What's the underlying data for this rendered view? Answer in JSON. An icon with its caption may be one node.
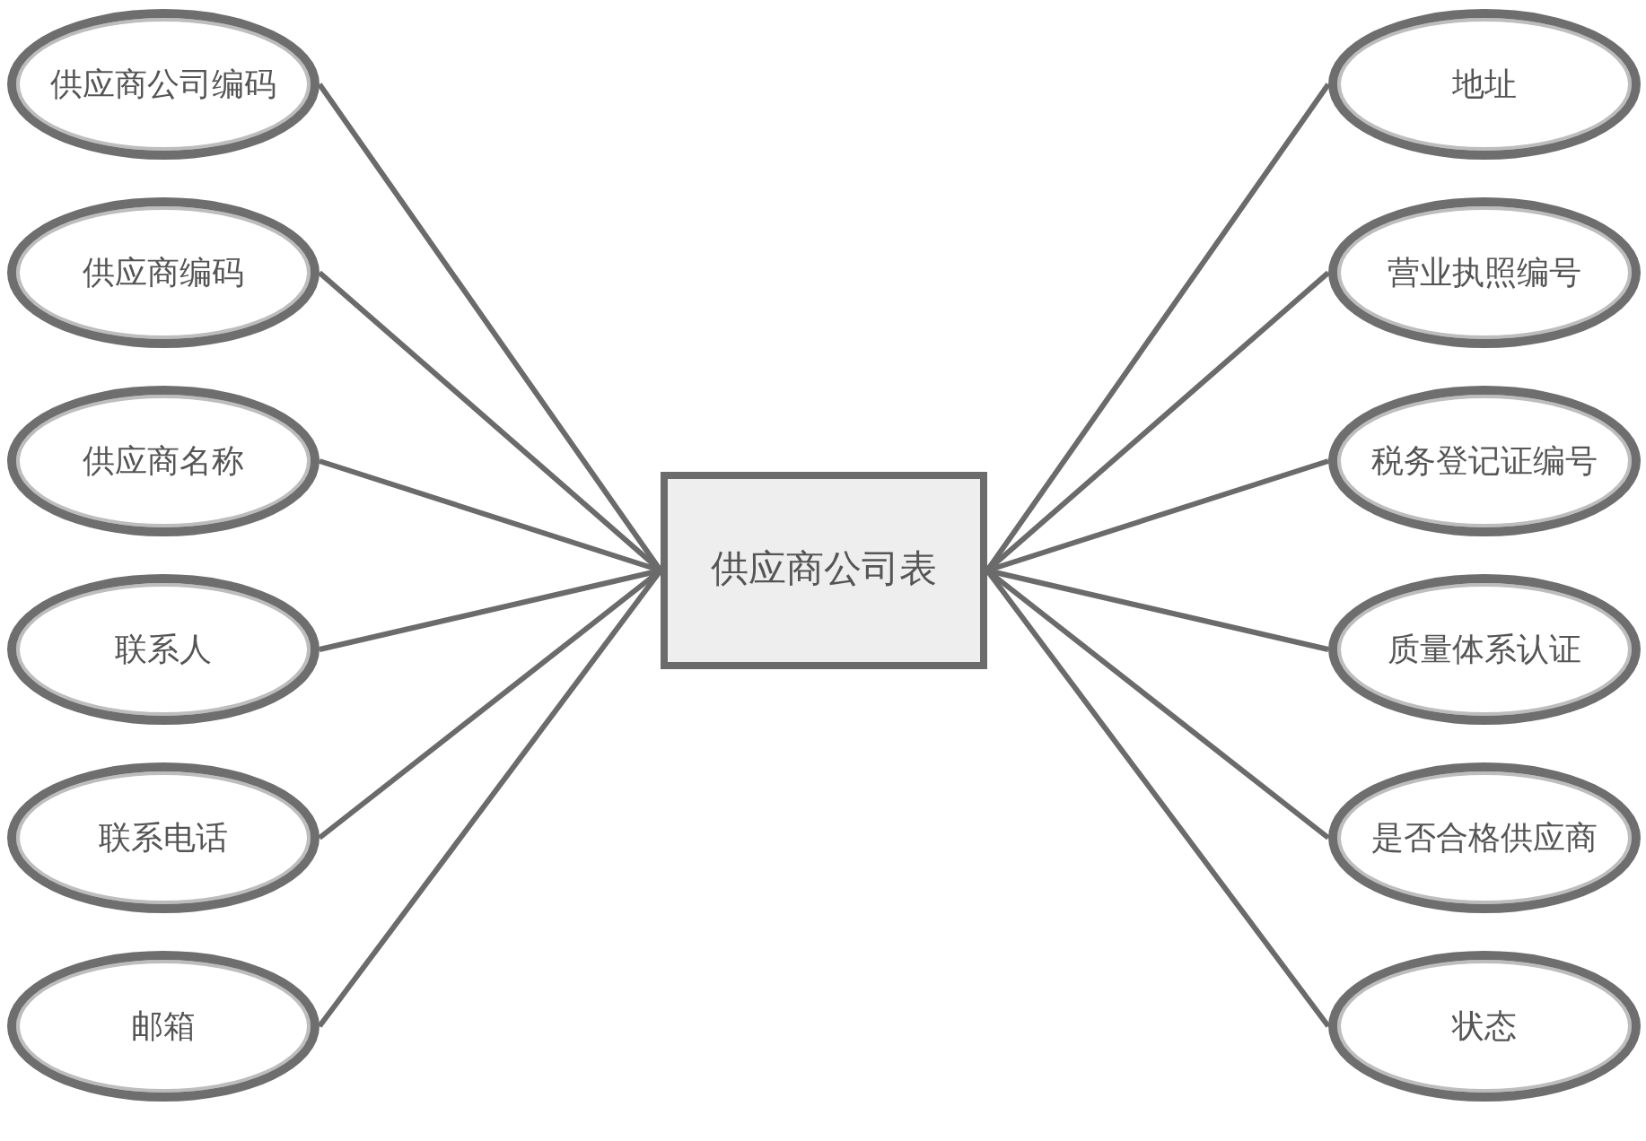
{
  "diagram": {
    "nodes": [
      {
        "text": [
          "供应商公司表"
        ]
      },
      {
        "text": [
          "供应商公司编码"
        ]
      },
      {
        "text": [
          "供应商编码"
        ]
      },
      {
        "text": [
          "供应商名称"
        ]
      },
      {
        "text": [
          "联系人"
        ]
      },
      {
        "text": [
          "联系电话"
        ]
      },
      {
        "text": [
          "邮箱"
        ]
      },
      {
        "text": [
          "地址"
        ]
      },
      {
        "text": [
          "营业执照编号"
        ]
      },
      {
        "text": [
          "税务登记证编号"
        ]
      },
      {
        "text": [
          "质量体系认证"
        ]
      },
      {
        "text": [
          "是否合格供应商"
        ]
      },
      {
        "text": [
          "状态"
        ]
      }
    ],
    "edges": [
      {
        "from": 0,
        "to": 1,
        "arrow": "none"
      },
      {
        "from": 0,
        "to": 2,
        "arrow": "none"
      },
      {
        "from": 0,
        "to": 3,
        "arrow": "none"
      },
      {
        "from": 0,
        "to": 4,
        "arrow": "none"
      },
      {
        "from": 0,
        "to": 5,
        "arrow": "none"
      },
      {
        "from": 0,
        "to": 6,
        "arrow": "none"
      },
      {
        "from": 0,
        "to": 7,
        "arrow": "none"
      },
      {
        "from": 0,
        "to": 8,
        "arrow": "none"
      },
      {
        "from": 0,
        "to": 9,
        "arrow": "none"
      },
      {
        "from": 0,
        "to": 10,
        "arrow": "none"
      },
      {
        "from": 0,
        "to": 11,
        "arrow": "none"
      },
      {
        "from": 0,
        "to": 12,
        "arrow": "none"
      }
    ]
  }
}
